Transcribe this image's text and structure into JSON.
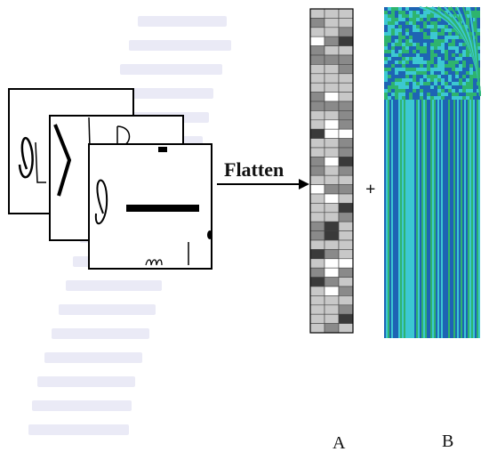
{
  "labels": {
    "flatten": "Flatten",
    "plus": "+",
    "column_a": "A",
    "column_b": "B"
  },
  "colors": {
    "arrow": "#000000",
    "faint_glyphs": "#eaeaf6",
    "cell_dark": "#3a3a3a",
    "cell_mid": "#8a8a8a",
    "cell_light": "#c8c8c8",
    "cell_white": "#ffffff",
    "stripe_blue": "#1e64b4",
    "stripe_green": "#2eb46e",
    "stripe_cyan": "#3cc8d2"
  },
  "icons": [
    "feature-map-stack-icon",
    "arrow-right-icon",
    "flattened-vector-icon",
    "positional-encoding-icon"
  ]
}
